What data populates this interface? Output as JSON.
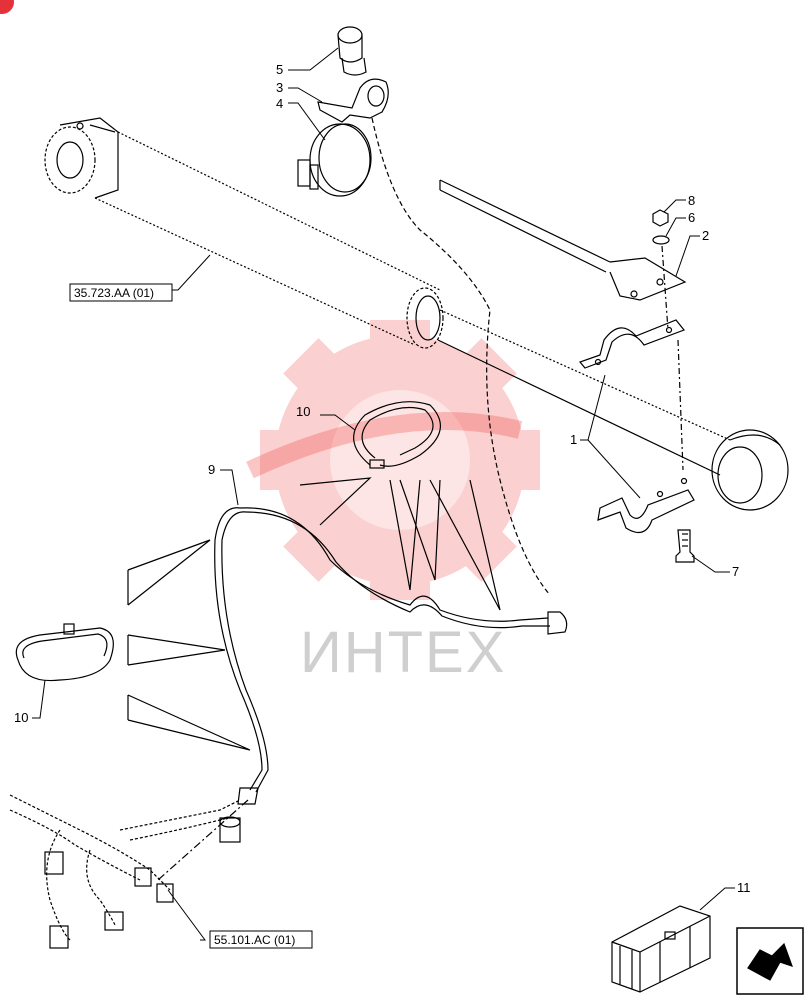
{
  "callouts": [
    {
      "id": "c5",
      "label": "5"
    },
    {
      "id": "c3",
      "label": "3"
    },
    {
      "id": "c4",
      "label": "4"
    },
    {
      "id": "c8",
      "label": "8"
    },
    {
      "id": "c6",
      "label": "6"
    },
    {
      "id": "c2",
      "label": "2"
    },
    {
      "id": "c10a",
      "label": "10"
    },
    {
      "id": "c1",
      "label": "1"
    },
    {
      "id": "c9",
      "label": "9"
    },
    {
      "id": "c7",
      "label": "7"
    },
    {
      "id": "c10b",
      "label": "10"
    },
    {
      "id": "c11",
      "label": "11"
    }
  ],
  "references": {
    "cylinder_ref": "35.723.AA (01)",
    "harness_ref": "55.101.AC (01)"
  },
  "watermark": {
    "text": "ИНТЕХ",
    "color": "#f25a5a"
  },
  "colors": {
    "line": "#000000",
    "watermark_logo": "#f25a5a",
    "marker": "#e5323a"
  },
  "icons": {
    "next_page": "arrow-next-icon",
    "kit_box": "crate-icon"
  }
}
